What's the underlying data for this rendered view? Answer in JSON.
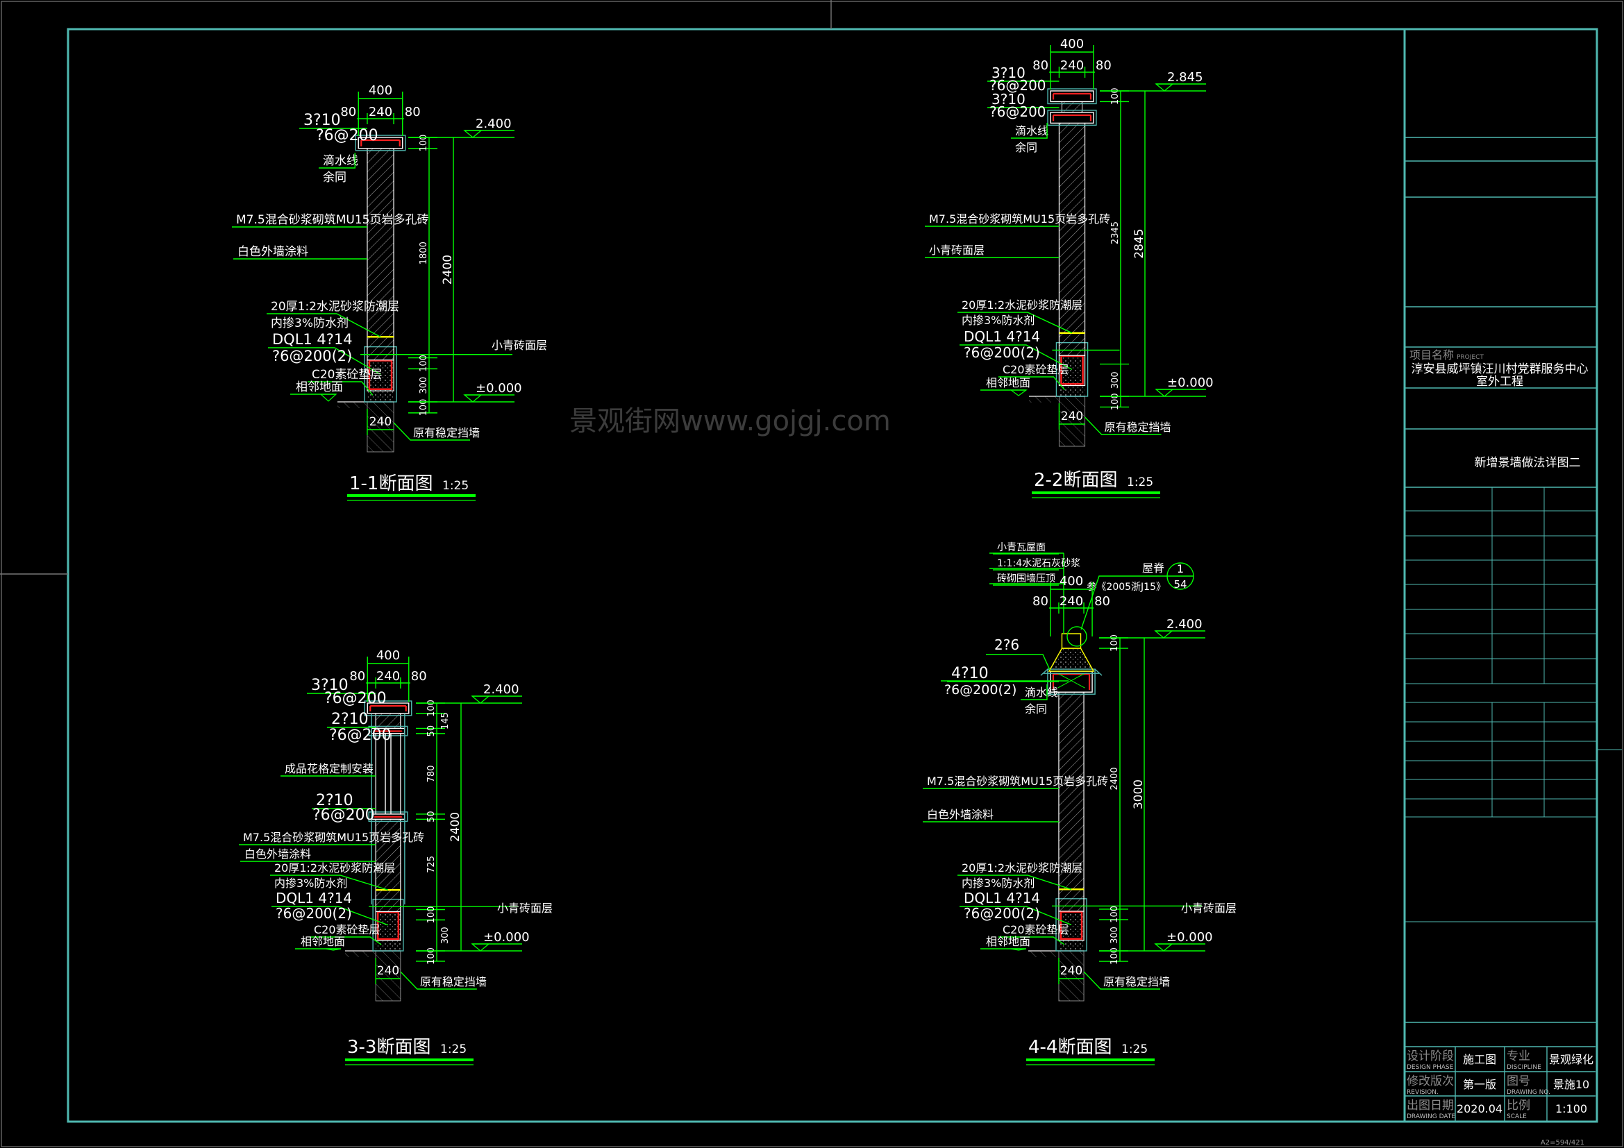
{
  "watermark": "景观街网www.gojgj.com",
  "colors": {
    "dim": "#00ff00",
    "outline": "#4fb8b0",
    "rebar": "#ff2020",
    "damp": "#ffff00",
    "frame": "#4fb8b0"
  },
  "sections": [
    {
      "title": "1-1断面图",
      "scale": "1:25",
      "dims_top": [
        "400",
        "80",
        "240",
        "80"
      ],
      "elev_top": "2.400",
      "elev_ground": "±0.000",
      "chain": [
        "100",
        "300",
        "100",
        "1800",
        "100"
      ],
      "total": "2400",
      "bottom_dim": "240",
      "labels": [
        "3?10",
        "?6@200",
        "滴水线",
        "余同",
        "M7.5混合砂浆砌筑MU15页岩多孔砖",
        "白色外墙涂料",
        "20厚1:2水泥砂浆防潮层",
        "内掺3%防水剂",
        "DQL1 4?14",
        "?6@200(2)",
        "C20素砼垫层",
        "相邻地面"
      ],
      "right_labels": [
        "小青砖面层",
        "原有稳定挡墙"
      ]
    },
    {
      "title": "2-2断面图",
      "scale": "1:25",
      "dims_top": [
        "400",
        "80",
        "240",
        "80"
      ],
      "elev_top": "2.845",
      "elev_ground": "±0.000",
      "chain": [
        "100",
        "300",
        "2345",
        "100"
      ],
      "total": "2845",
      "bottom_dim": "240",
      "labels": [
        "3?10",
        "?6@200",
        "3?10",
        "?6@200",
        "滴水线",
        "余同",
        "M7.5混合砂浆砌筑MU15页岩多孔砖",
        "小青砖面层",
        "20厚1:2水泥砂浆防潮层",
        "内掺3%防水剂",
        "DQL1 4?14",
        "?6@200(2)",
        "C20素砼垫层",
        "相邻地面"
      ],
      "right_labels": [
        "原有稳定挡墙"
      ]
    },
    {
      "title": "3-3断面图",
      "scale": "1:25",
      "dims_top": [
        "400",
        "80",
        "240",
        "80"
      ],
      "elev_top": "2.400",
      "elev_ground": "±0.000",
      "chain": [
        "100",
        "300",
        "100",
        "725",
        "50",
        "780",
        "50",
        "145",
        "100"
      ],
      "total": "2400",
      "bottom_dim": "240",
      "labels": [
        "3?10",
        "?6@200",
        "2?10",
        "?6@200",
        "成品花格定制安装",
        "2?10",
        "?6@200",
        "M7.5混合砂浆砌筑MU15页岩多孔砖",
        "白色外墙涂料",
        "20厚1:2水泥砂浆防潮层",
        "内掺3%防水剂",
        "DQL1 4?14",
        "?6@200(2)",
        "C20素砼垫层",
        "相邻地面"
      ],
      "right_labels": [
        "小青砖面层",
        "原有稳定挡墙"
      ]
    },
    {
      "title": "4-4断面图",
      "scale": "1:25",
      "dims_top": [
        "400",
        "80",
        "240",
        "80"
      ],
      "elev_top": "2.400",
      "elev_ground": "±0.000",
      "chain": [
        "100",
        "300",
        "100",
        "2400",
        "100"
      ],
      "total": "3000",
      "bottom_dim": "240",
      "labels": [
        "小青瓦屋面",
        "1:1:4水泥石灰砂浆",
        "砖砌围墙压顶",
        "2?6",
        "4?10",
        "?6@200(2)",
        "滴水线",
        "余同",
        "M7.5混合砂浆砌筑MU15页岩多孔砖",
        "白色外墙涂料",
        "20厚1:2水泥砂浆防潮层",
        "内掺3%防水剂",
        "DQL1 4?14",
        "?6@200(2)",
        "C20素砼垫层",
        "相邻地面"
      ],
      "right_labels": [
        "小青砖面层",
        "原有稳定挡墙"
      ],
      "callout": {
        "label": "屋脊",
        "ref": "参《2005浙J15》",
        "num": "1",
        "sheet": "54"
      }
    }
  ],
  "title_block": {
    "project_label": "项目名称",
    "project_label_en": "PROJECT",
    "project_name_1": "淳安县威坪镇汪川村党群服务中心",
    "project_name_2": "室外工程",
    "drawing_title": "新增景墙做法详图二",
    "rows": [
      {
        "label": "设计阶段",
        "label_en": "DESIGN PHASE",
        "value": "施工图",
        "label2": "专业",
        "label2_en": "DISCIPLINE",
        "value2": "景观绿化"
      },
      {
        "label": "修改版次",
        "label_en": "REVISION.",
        "value": "第一版",
        "label2": "图号",
        "label2_en": "DRAWING NO.",
        "value2": "景施10"
      },
      {
        "label": "出图日期",
        "label_en": "DRAWING DATE",
        "value": "2020.04",
        "label2": "比例",
        "label2_en": "SCALE",
        "value2": "1:100"
      }
    ],
    "sheet_size": "A2=594/421"
  }
}
